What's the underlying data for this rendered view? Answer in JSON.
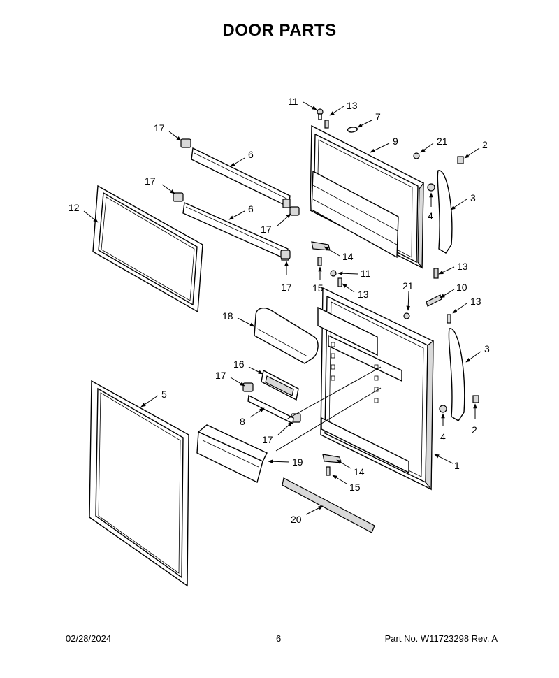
{
  "page": {
    "title": "DOOR PARTS",
    "footer": {
      "date": "02/28/2024",
      "page_number": "6",
      "part_no": "Part No.  W11723298  Rev.  A"
    }
  },
  "callouts": [
    {
      "id": "c11a",
      "label": "11"
    },
    {
      "id": "c13a",
      "label": "13"
    },
    {
      "id": "c7",
      "label": "7"
    },
    {
      "id": "c9",
      "label": "9"
    },
    {
      "id": "c21a",
      "label": "21"
    },
    {
      "id": "c2a",
      "label": "2"
    },
    {
      "id": "c17a",
      "label": "17"
    },
    {
      "id": "c6a",
      "label": "6"
    },
    {
      "id": "c17b",
      "label": "17"
    },
    {
      "id": "c6b",
      "label": "6"
    },
    {
      "id": "c12",
      "label": "12"
    },
    {
      "id": "c17c",
      "label": "17"
    },
    {
      "id": "c17d",
      "label": "17"
    },
    {
      "id": "c3a",
      "label": "3"
    },
    {
      "id": "c4a",
      "label": "4"
    },
    {
      "id": "c14a",
      "label": "14"
    },
    {
      "id": "c13b",
      "label": "13"
    },
    {
      "id": "c11b",
      "label": "11"
    },
    {
      "id": "c15a",
      "label": "15"
    },
    {
      "id": "c13c",
      "label": "13"
    },
    {
      "id": "c21b",
      "label": "21"
    },
    {
      "id": "c10",
      "label": "10"
    },
    {
      "id": "c13d",
      "label": "13"
    },
    {
      "id": "c18",
      "label": "18"
    },
    {
      "id": "c3b",
      "label": "3"
    },
    {
      "id": "c16",
      "label": "16"
    },
    {
      "id": "c17e",
      "label": "17"
    },
    {
      "id": "c5",
      "label": "5"
    },
    {
      "id": "c8",
      "label": "8"
    },
    {
      "id": "c4b",
      "label": "4"
    },
    {
      "id": "c2b",
      "label": "2"
    },
    {
      "id": "c17f",
      "label": "17"
    },
    {
      "id": "c19",
      "label": "19"
    },
    {
      "id": "c1",
      "label": "1"
    },
    {
      "id": "c14b",
      "label": "14"
    },
    {
      "id": "c15b",
      "label": "15"
    },
    {
      "id": "c20",
      "label": "20"
    }
  ]
}
